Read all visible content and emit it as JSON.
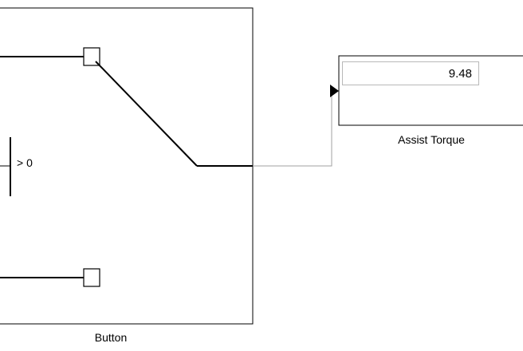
{
  "switch_block": {
    "name": "Button",
    "criteria": "> 0"
  },
  "display_block": {
    "name": "Assist Torque",
    "value": "9.48"
  }
}
